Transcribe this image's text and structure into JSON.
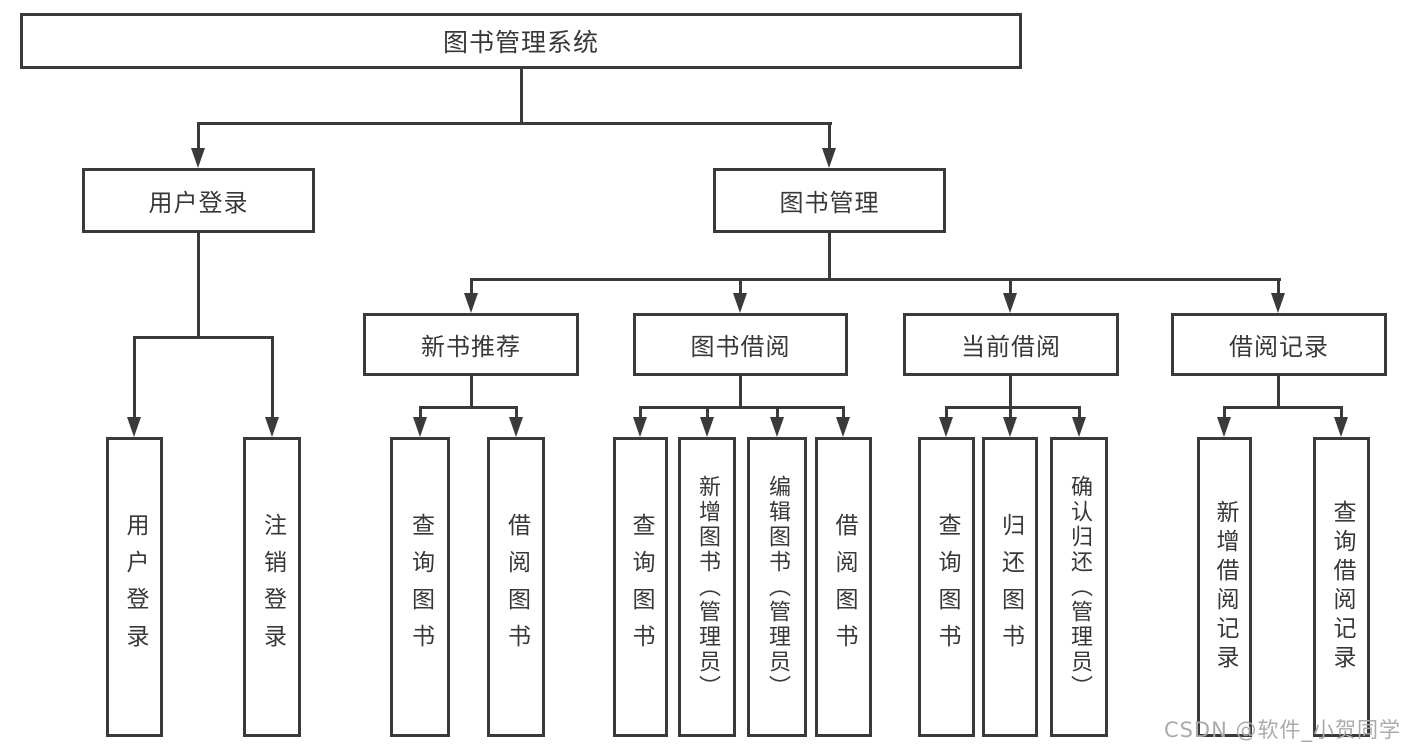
{
  "diagram": {
    "root": {
      "label": "图书管理系统"
    },
    "level2": [
      {
        "id": "user-login",
        "label": "用户登录"
      },
      {
        "id": "book-management",
        "label": "图书管理"
      }
    ],
    "level3": [
      {
        "id": "new-book-recommend",
        "label": "新书推荐"
      },
      {
        "id": "book-borrow",
        "label": "图书借阅"
      },
      {
        "id": "current-borrow",
        "label": "当前借阅"
      },
      {
        "id": "borrow-record",
        "label": "借阅记录"
      }
    ],
    "leaves": {
      "user_login": [
        {
          "label": "用户登录"
        },
        {
          "label": "注销登录"
        }
      ],
      "new_book": [
        {
          "label": "查询图书"
        },
        {
          "label": "借阅图书"
        }
      ],
      "book_borrow": [
        {
          "label": "查询图书"
        },
        {
          "label": "新增图书（管理员）"
        },
        {
          "label": "编辑图书（管理员）"
        },
        {
          "label": "借阅图书"
        }
      ],
      "current_borrow": [
        {
          "label": "查询图书"
        },
        {
          "label": "归还图书"
        },
        {
          "label": "确认归还（管理员）"
        }
      ],
      "borrow_record": [
        {
          "label": "新增借阅记录"
        },
        {
          "label": "查询借阅记录"
        }
      ]
    }
  },
  "watermark": {
    "text": "CSDN @软件_小贺同学"
  },
  "colors": {
    "line": "#3a3a3a",
    "text": "#383838",
    "watermark": "#ababab",
    "background": "#ffffff"
  }
}
